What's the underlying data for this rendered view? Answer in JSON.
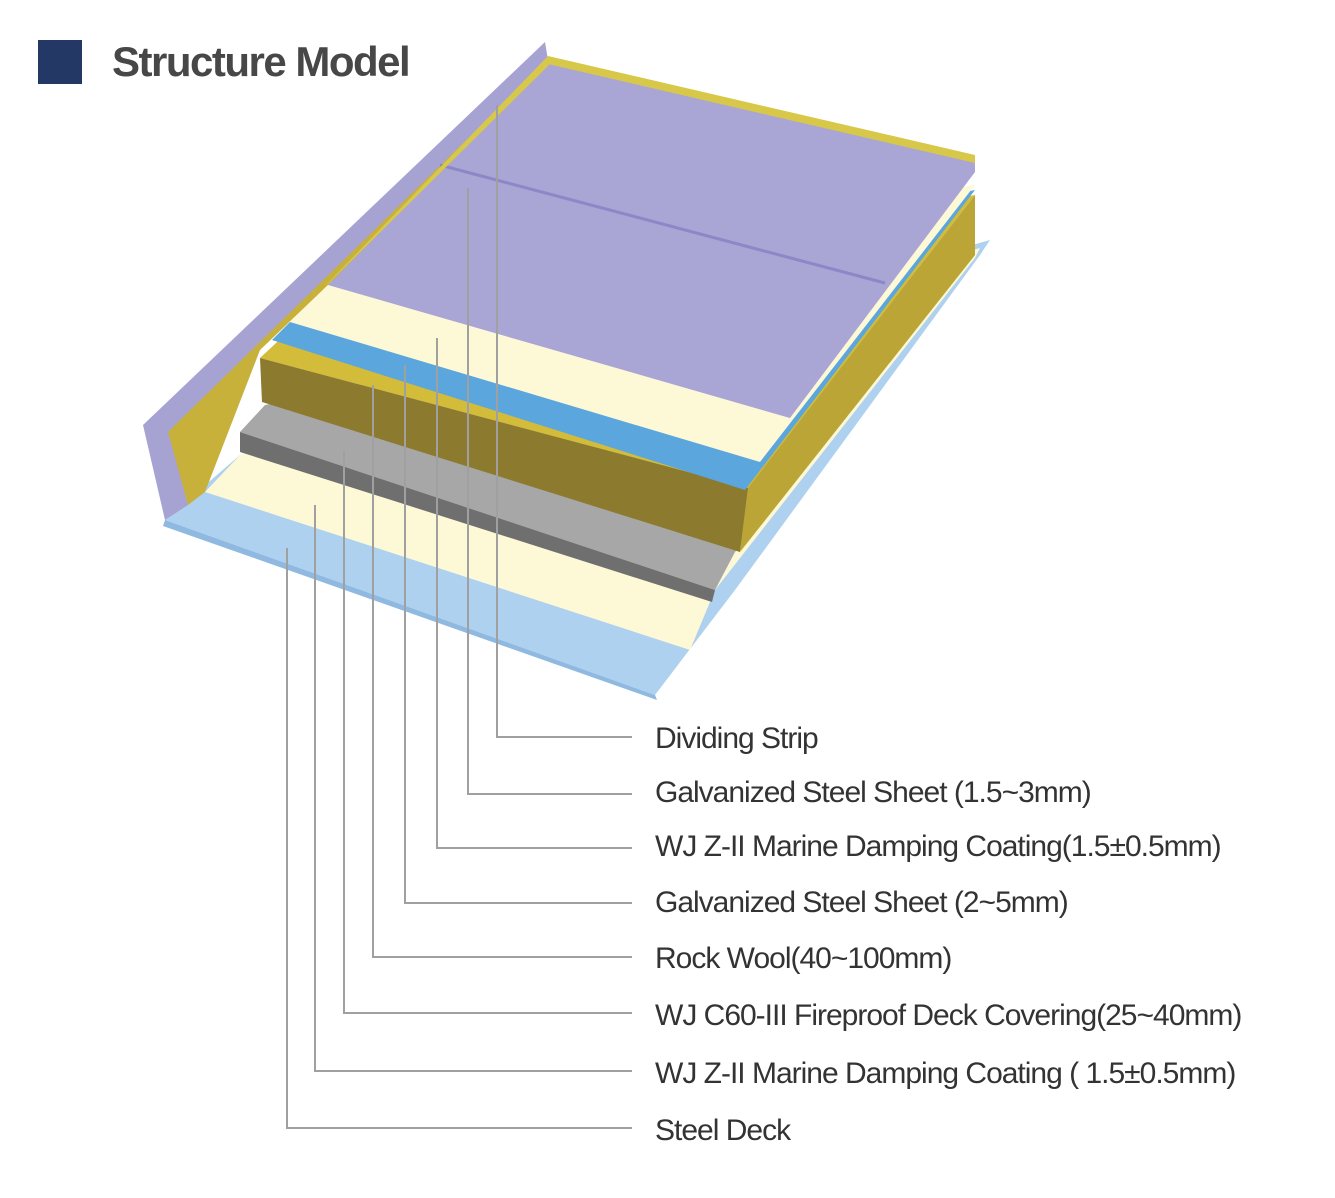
{
  "header": {
    "title": "Structure Model",
    "accent_color": "#243866"
  },
  "layers": [
    {
      "label": "Dividing Strip",
      "color": "#d8c84a"
    },
    {
      "label": "Galvanized Steel Sheet (1.5~3mm)",
      "color": "#a9a5d4"
    },
    {
      "label": "WJ Z-II Marine Damping Coating(1.5±0.5mm)",
      "color": "#fdf8d6"
    },
    {
      "label": "Galvanized Steel Sheet (2~5mm)",
      "color": "#5aa6dd"
    },
    {
      "label": "Rock Wool(40~100mm)",
      "color": "#c4ae34"
    },
    {
      "label": "WJ C60-III Fireproof Deck Covering(25~40mm)",
      "color": "#a3a3a3"
    },
    {
      "label": "WJ Z-II Marine Damping Coating ( 1.5±0.5mm)",
      "color": "#fdf8d6"
    },
    {
      "label": "Steel Deck",
      "color": "#aed1f0"
    }
  ]
}
